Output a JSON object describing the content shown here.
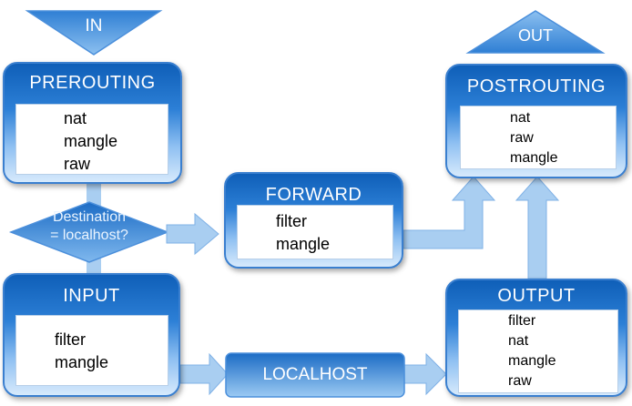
{
  "entry": {
    "label": "IN"
  },
  "exit": {
    "label": "OUT"
  },
  "decision": {
    "line1": "Destination",
    "line2": "= localhost?"
  },
  "chains": {
    "prerouting": {
      "title": "PREROUTING",
      "tables": [
        "nat",
        "mangle",
        "raw"
      ]
    },
    "forward": {
      "title": "FORWARD",
      "tables": [
        "filter",
        "mangle"
      ]
    },
    "postrouting": {
      "title": "POSTROUTING",
      "tables": [
        "nat",
        "raw",
        "mangle"
      ]
    },
    "input": {
      "title": "INPUT",
      "tables": [
        "filter",
        "mangle"
      ]
    },
    "output": {
      "title": "OUTPUT",
      "tables": [
        "filter",
        "nat",
        "mangle",
        "raw"
      ]
    },
    "localhost": {
      "title": "LOCALHOST"
    }
  },
  "colors": {
    "chain_dark": "#0f5fb8",
    "chain_light": "#d7eafc",
    "arrow_fill": "#a9cef1",
    "arrow_stroke": "#7fb1e6"
  }
}
